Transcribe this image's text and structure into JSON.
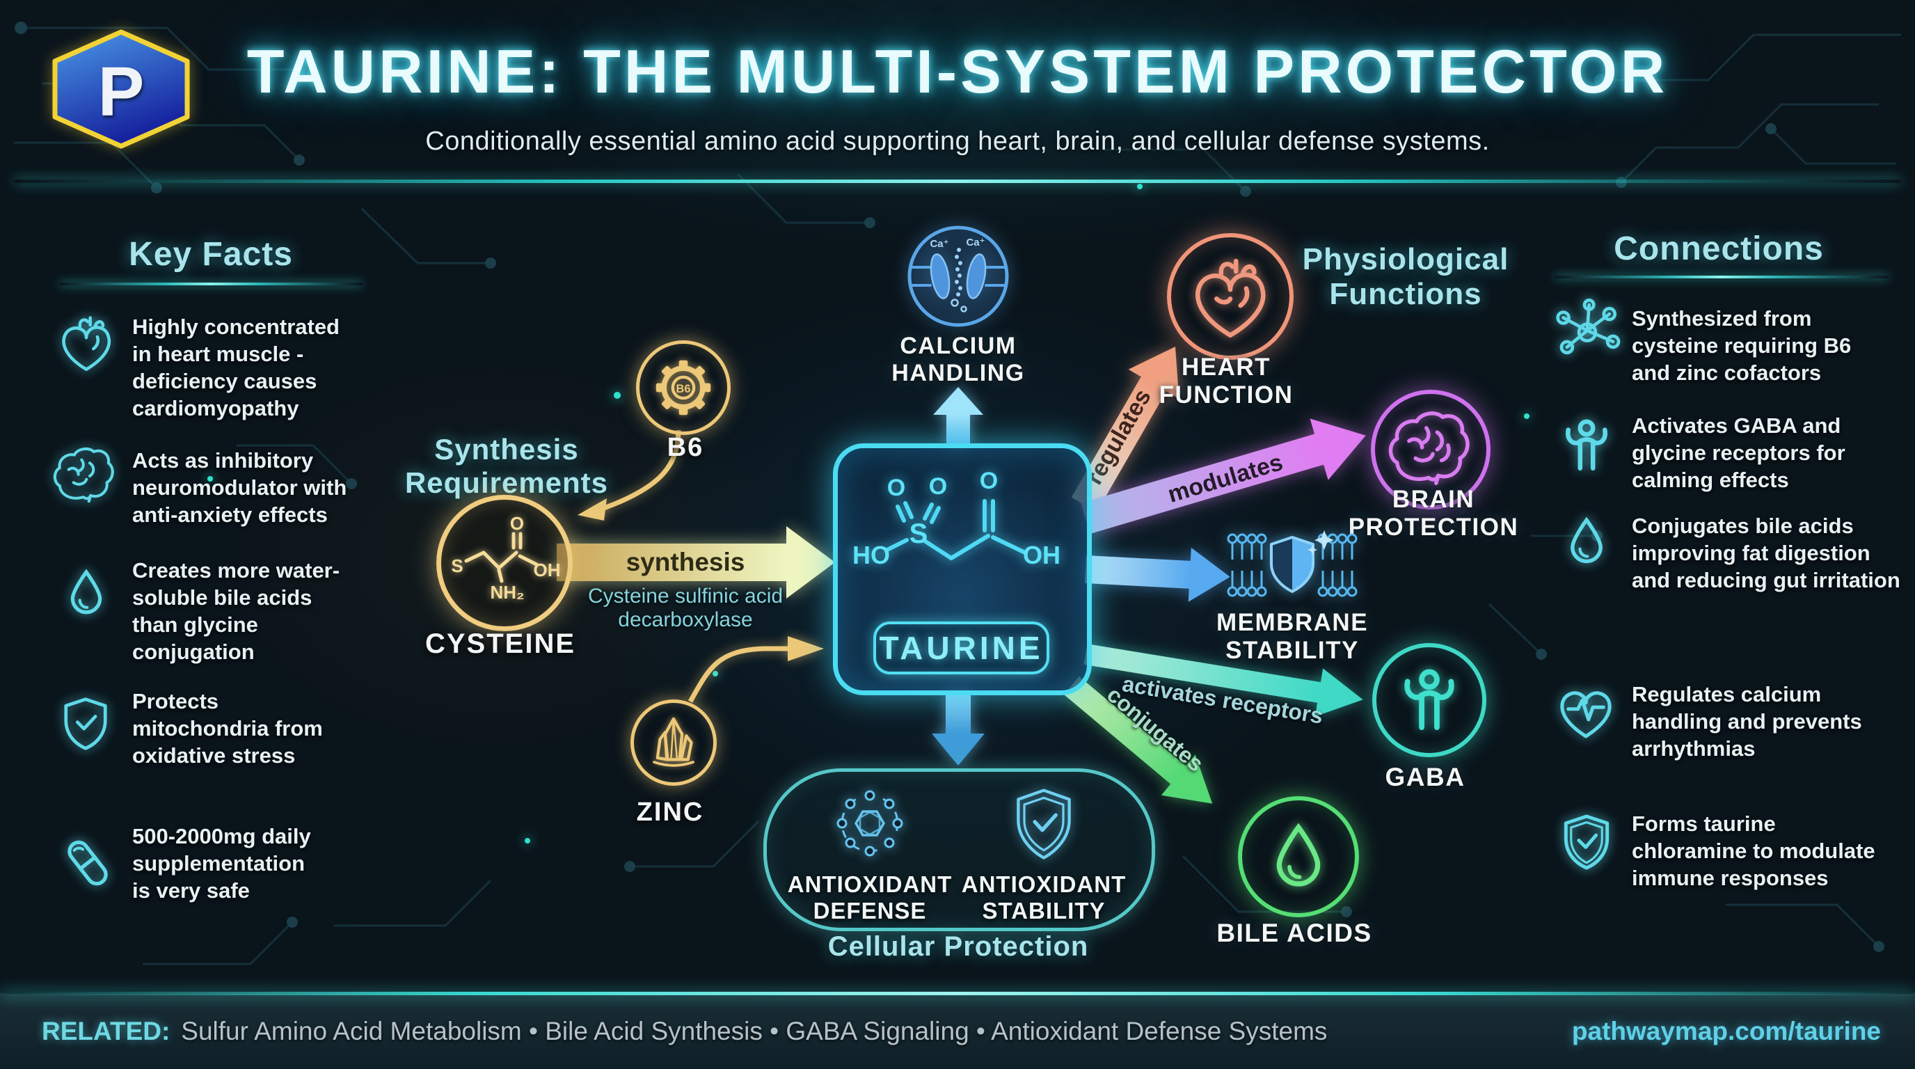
{
  "colors": {
    "accent": "#4adcf2",
    "gold": "#ecc878",
    "salmon": "#f09579",
    "purple": "#cf72ee",
    "blue": "#58b8f0",
    "teal": "#3fd9c6",
    "green": "#55de74",
    "background": "#0a141b"
  },
  "header": {
    "logo_letter": "P",
    "title": "TAURINE: THE MULTI-SYSTEM PROTECTOR",
    "subtitle": "Conditionally essential amino acid supporting heart, brain, and cellular defense systems."
  },
  "key_facts": {
    "heading": "Key Facts",
    "items": [
      {
        "icon": "heart-icon",
        "text": "Highly concentrated in heart muscle - deficiency causes cardiomyopathy"
      },
      {
        "icon": "brain-icon",
        "text": "Acts as inhibitory neuromodulator with anti-anxiety effects"
      },
      {
        "icon": "droplet-icon",
        "text": "Creates more water-soluble bile acids than glycine conjugation"
      },
      {
        "icon": "shield-check-icon",
        "text": "Protects mitochondria from oxidative stress"
      },
      {
        "icon": "pill-icon",
        "text": "500-2000mg daily supplementation is very safe"
      }
    ]
  },
  "synthesis": {
    "heading": "Synthesis Requirements",
    "b6_label": "B6",
    "b6_gear_text": "B6",
    "cysteine_label": "CYSTEINE",
    "zinc_label": "ZINC",
    "molecule": {
      "s": "S",
      "o": "O",
      "oh": "OH",
      "nh2": "NH₂"
    }
  },
  "flows": {
    "synthesis_label": "synthesis",
    "enzyme_label": "Cysteine sulfinic acid decarboxylase",
    "regulates": "regulates",
    "modulates": "modulates",
    "activates": "activates receptors",
    "conjugates": "conjugates"
  },
  "center": {
    "calcium_label": "CALCIUM HANDLING",
    "ca_ion": "Ca⁺",
    "taurine_label": "TAURINE",
    "molecule": {
      "ho": "HO",
      "s": "S",
      "o1": "O",
      "o2": "O",
      "o3": "O",
      "oh": "OH"
    }
  },
  "functions": {
    "heading": "Physiological Functions",
    "heart": "HEART FUNCTION",
    "brain": "BRAIN PROTECTION",
    "membrane": "MEMBRANE STABILITY",
    "gaba": "GABA",
    "bile": "BILE ACIDS"
  },
  "cellular": {
    "caption": "Cellular Protection",
    "defense": "ANTIOXIDANT DEFENSE",
    "stability": "ANTIOXIDANT STABILITY"
  },
  "connections": {
    "heading": "Connections",
    "items": [
      {
        "icon": "molecule-icon",
        "text": "Synthesized from cysteine requiring B6 and zinc cofactors"
      },
      {
        "icon": "person-icon",
        "text": "Activates GABA and glycine receptors for calming effects"
      },
      {
        "icon": "droplet-icon",
        "text": "Conjugates bile acids improving fat digestion and reducing gut irritation"
      },
      {
        "icon": "heart-pulse-icon",
        "text": "Regulates calcium handling and prevents arrhythmias"
      },
      {
        "icon": "shield-check-icon",
        "text": "Forms taurine chloramine to modulate immune responses"
      }
    ]
  },
  "footer": {
    "related_label": "RELATED:",
    "related_items": "Sulfur Amino Acid Metabolism • Bile Acid Synthesis • GABA Signaling • Antioxidant Defense Systems",
    "url": "pathwaymap.com/taurine"
  }
}
